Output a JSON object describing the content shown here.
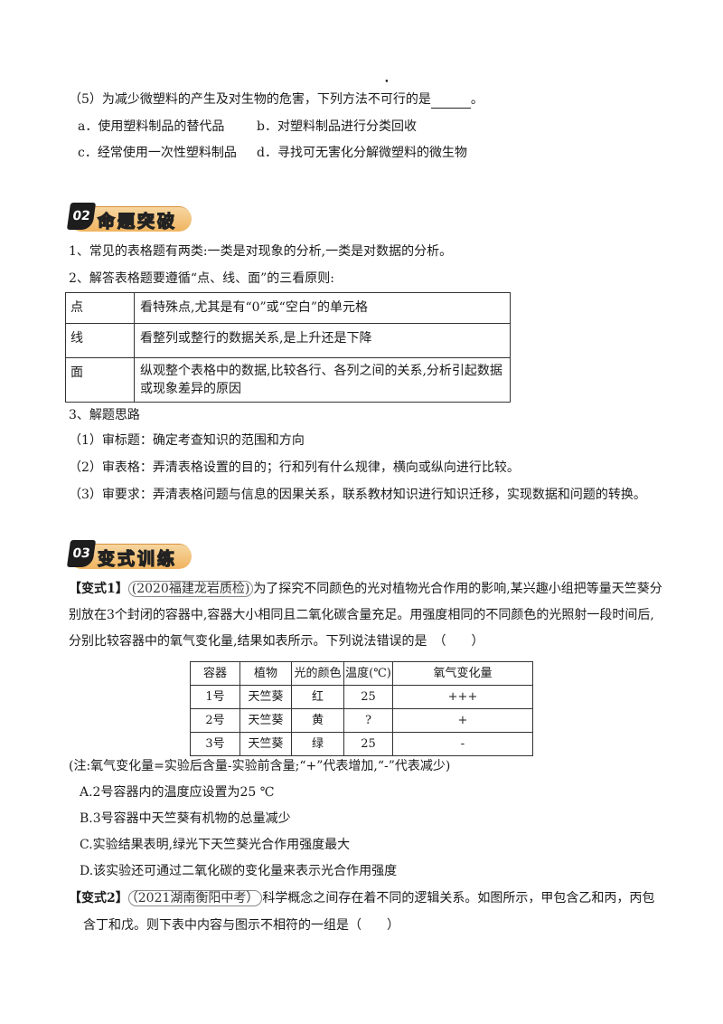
{
  "q5": {
    "stem_prefix": "（5）为减少微塑料的产生及对生物的危害，下列方法",
    "stem_emph": "不可行",
    "stem_suffix": "的是",
    "end": "。",
    "options": [
      "a．使用塑料制品的替代品",
      "b．对塑料制品进行分类回收",
      "c．经常使用一次性塑料制品",
      "d．寻找可无害化分解微塑料的微生物"
    ]
  },
  "section2": {
    "num": "02",
    "title": "命题突破",
    "p1": "1、常见的表格题有两类:一类是对现象的分析,一类是对数据的分析。",
    "p2": "2、解答表格题要遵循“点、线、面”的三看原则:",
    "principles": [
      {
        "key": "点",
        "desc": "看特殊点,尤其是有“0”或“空白”的单元格"
      },
      {
        "key": "线",
        "desc": "看整列或整行的数据关系,是上升还是下降"
      },
      {
        "key": "面",
        "desc": "纵观整个表格中的数据,比较各行、各列之间的关系,分析引起数据",
        "desc2": "或现象差异的原因"
      }
    ],
    "p3": "3、解题思路",
    "steps": [
      "（1）审标题：确定考查知识的范围和方向",
      "（2）审表格：弄清表格设置的目的；行和列有什么规律，横向或纵向进行比较。",
      "（3）审要求：弄清表格问题与信息的因果关系，联系教材知识进行知识迁移，实现数据和问题的转换。"
    ]
  },
  "section3": {
    "num": "03",
    "title": "变式训练",
    "v1": {
      "label": "【变式1】",
      "source": "(2020福建龙岩质检)",
      "line1": "为了探究不同颜色的光对植物光合作用的影响,某兴趣小组把等量天竺葵分",
      "line2": "别放在3个封闭的容器中,容器大小相同且二氧化碳含量充足。用强度相同的不同颜色的光照射一段时间后,",
      "line3": "分别比较容器中的氧气变化量,结果如表所示。下列说法错误的是",
      "paren": "（　　）",
      "table_headers": [
        "容器",
        "植物",
        "光的颜色",
        "温度(℃)",
        "氧气变化量"
      ],
      "table_rows": [
        [
          "1号",
          "天竺葵",
          "红",
          "25",
          "+++"
        ],
        [
          "2号",
          "天竺葵",
          "黄",
          "?",
          "+"
        ],
        [
          "3号",
          "天竺葵",
          "绿",
          "25",
          "-"
        ]
      ],
      "note": "(注:氧气变化量=实验后含量-实验前含量;“+”代表增加,“-”代表减少)",
      "options": [
        "A.2号容器内的温度应设置为25 ℃",
        "B.3号容器中天竺葵有机物的总量减少",
        "C.实验结果表明,绿光下天竺葵光合作用强度最大",
        "D.该实验还可通过二氧化碳的变化量来表示光合作用强度"
      ]
    },
    "v2": {
      "label": "【变式2】",
      "source": "（2021湖南衡阳中考）",
      "line1": "科学概念之间存在着不同的逻辑关系。如图所示，甲包含乙和丙，丙包",
      "line2": "含丁和戊。则下表中内容与图示不相符的一组是（　　）"
    }
  },
  "colors": {
    "banner_fill": "#f0b460",
    "number_tile": "#1d1d1d"
  }
}
